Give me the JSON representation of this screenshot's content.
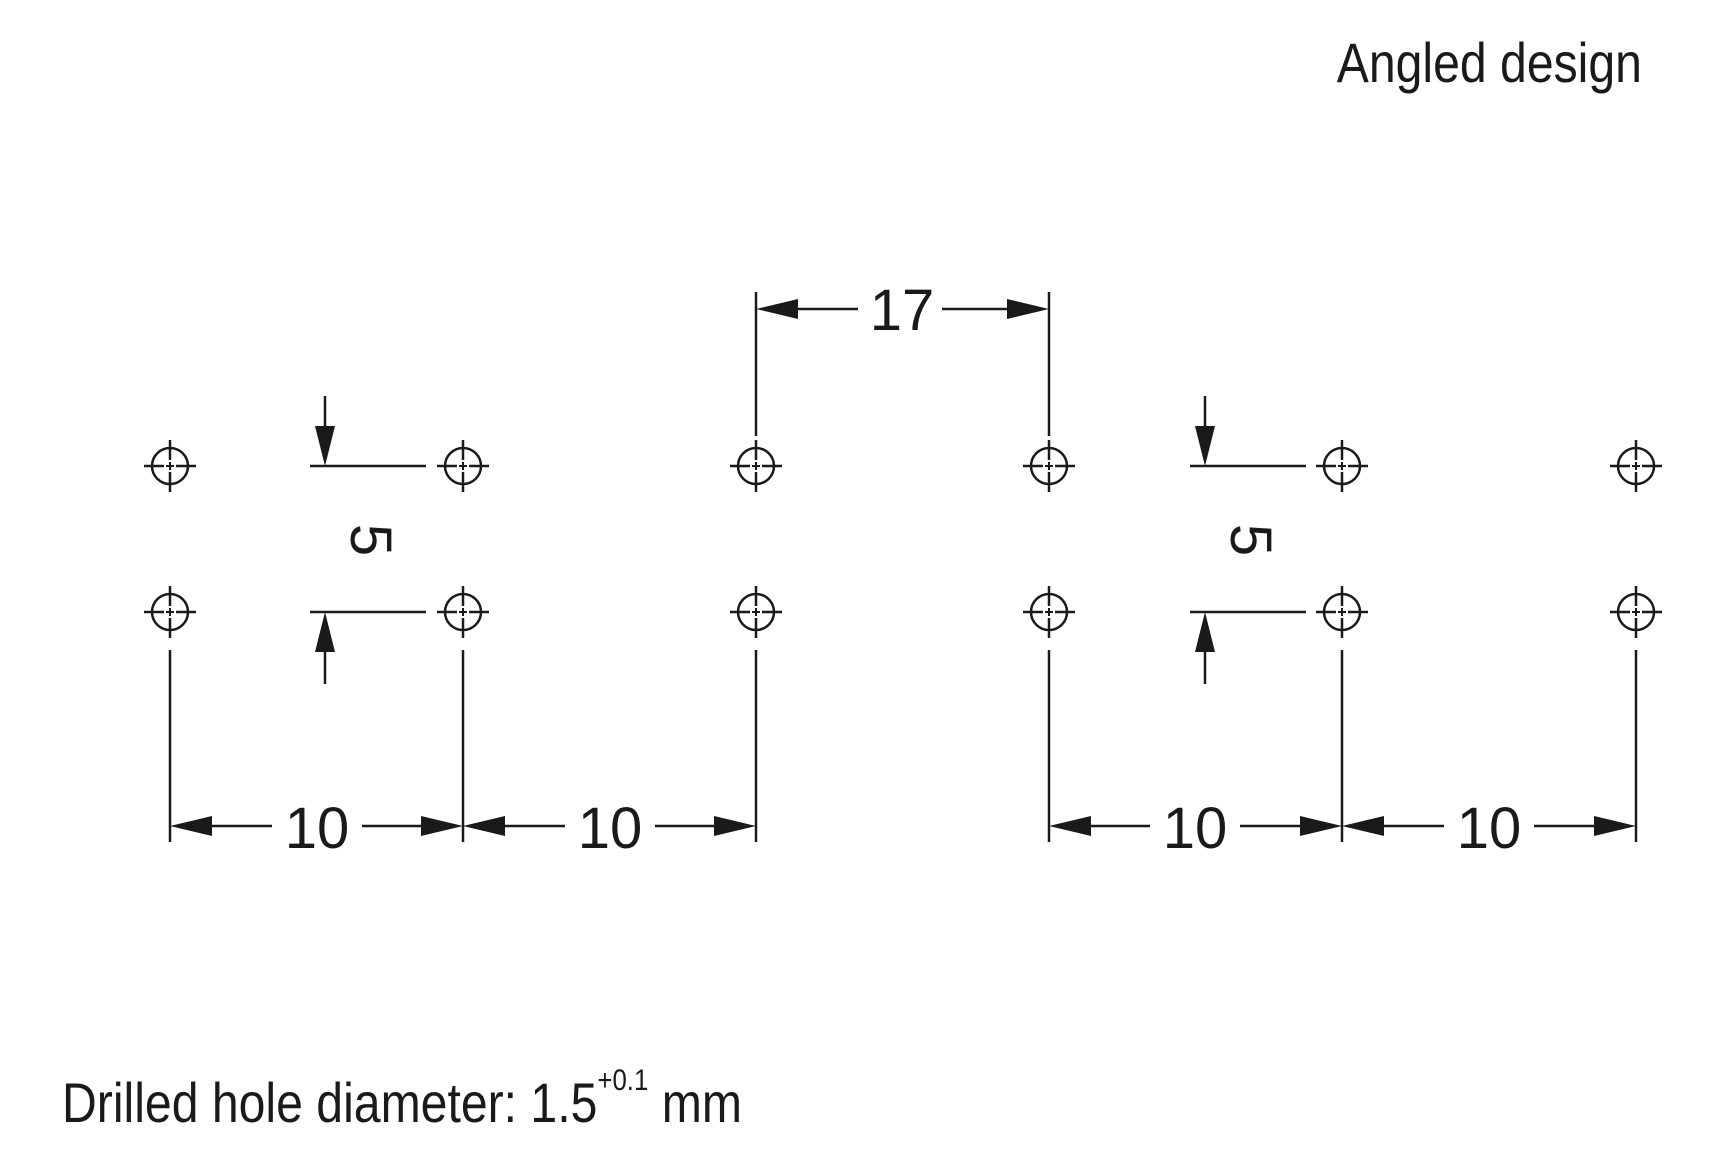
{
  "title": "Angled design",
  "note": {
    "text": "Drilled hole diameter: 1.5",
    "tolerance": "+0.1",
    "unit": " mm"
  },
  "dimensions": {
    "pitch_17": "17",
    "pitch_10_a": "10",
    "pitch_10_b": "10",
    "pitch_10_c": "10",
    "pitch_10_d": "10",
    "row_5_left": "5",
    "row_5_right": "5"
  },
  "colors": {
    "line": "#1a1a1a",
    "background": "#ffffff"
  }
}
